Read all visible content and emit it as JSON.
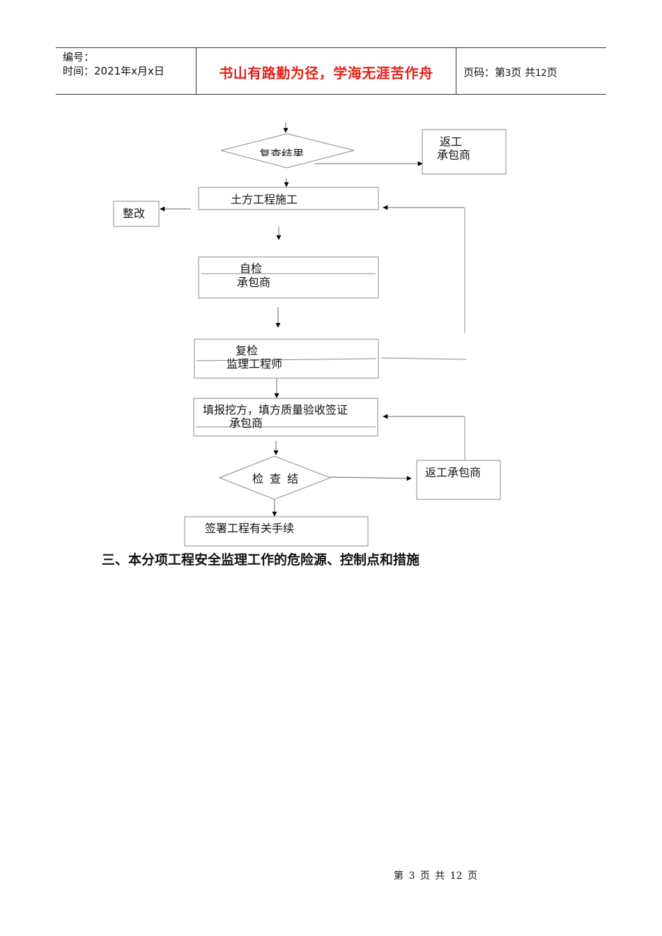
{
  "header": {
    "number_label": "编号：",
    "time_label": "时间：2021年x月x日",
    "motto": "书山有路勤为径，学海无涯苦作舟",
    "page_prefix": "页码：第",
    "page_current": "3",
    "page_mid": "页  共",
    "page_total": "12",
    "page_suffix": "页"
  },
  "flow": {
    "decision_recheck": "复查结果",
    "rework_top_line1": "返工",
    "rework_top_line2": "承包商",
    "earthwork": "土方工程施工",
    "rectify": "整改",
    "self_check_line1": "自检",
    "self_check_line2": "承包商",
    "recheck_line1": "复检",
    "recheck_line2": "监理工程师",
    "fill_report_line1": "填报挖方，填方质量验收签证",
    "fill_report_line2": "承包商",
    "decision_check": "检 查 结",
    "rework_bottom": "返工承包商",
    "sign_off": "签署工程有关手续"
  },
  "section_title": "三、本分项工程安全监理工作的危险源、控制点和措施",
  "footer": {
    "prefix": "第",
    "current": "3",
    "mid": "页 共",
    "total": "12",
    "suffix": "页"
  }
}
